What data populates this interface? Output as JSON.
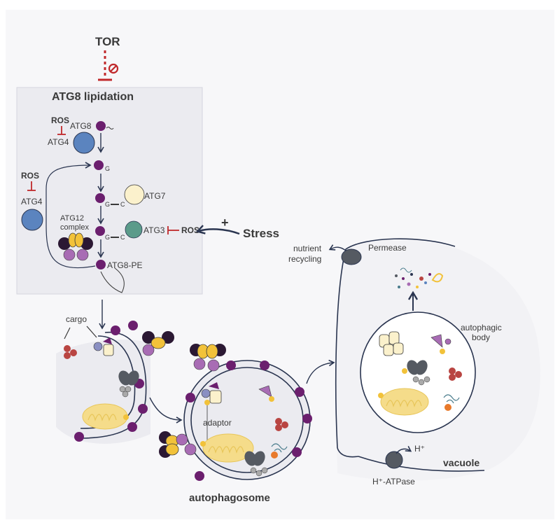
{
  "regulators": {
    "tor": "TOR",
    "ros": "ROS",
    "stress": "Stress",
    "plus": "+"
  },
  "lipidation": {
    "title": "ATG8 lipidation",
    "atg8": "ATG8",
    "atg4": "ATG4",
    "g": "G",
    "c": "C",
    "atg7": "ATG7",
    "atg3": "ATG3",
    "atg12_line1": "ATG12",
    "atg12_line2": "complex",
    "atg8pe": "ATG8-PE"
  },
  "labels": {
    "cargo": "cargo",
    "adaptor": "adaptor",
    "autophagosome": "autophagosome",
    "autophagic_line1": "autophagic",
    "autophagic_line2": "body",
    "vacuole": "vacuole",
    "nutrient_line1": "nutrient",
    "nutrient_line2": "recycling",
    "permease": "Permease",
    "hplus": "H⁺",
    "hatpase": "H⁺-ATPase"
  },
  "colors": {
    "background_panel": "#f2f2f5",
    "purple_dark": "#6b1f6e",
    "purple_light": "#a86cb4",
    "atg4_blue": "#5b84bf",
    "atg7_cream": "#fbf1cc",
    "atg3_teal": "#5b9b8a",
    "inhibit_red": "#c0282b",
    "arrow_navy": "#2a3550",
    "mito_yellow": "#f5dc8a",
    "cargo_red": "#b94542",
    "gray_cargo": "#555a62"
  }
}
